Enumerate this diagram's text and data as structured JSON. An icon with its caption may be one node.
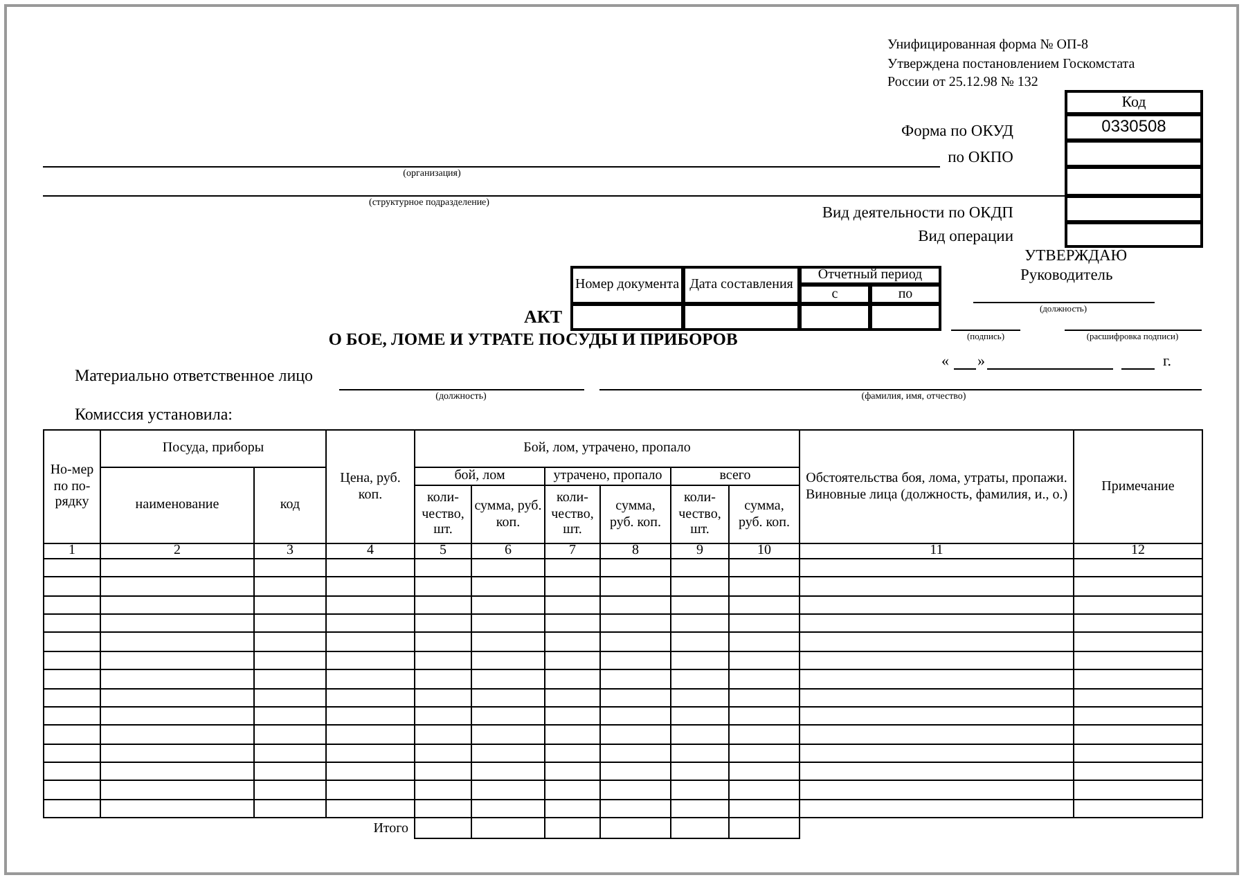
{
  "diagram": {
    "title": "АКТ",
    "labels": [
      "Унифицированная форма № ОП-8",
      "Утверждена постановлением Госкомстата",
      "России от 25.12.98 № 132",
      "Код",
      "Форма по ОКУД",
      "0330508",
      "по ОКПО",
      "(организация)",
      "(структурное подразделение)",
      "Вид деятельности по ОКДП",
      "Вид операции",
      "Номер документа",
      "Дата составления",
      "Отчетный период",
      "с",
      "по",
      "УТВЕРЖДАЮ",
      "Руководитель",
      "(должность)",
      "(подпись)",
      "(расшифровка подписи)",
      "«",
      "»",
      "г.",
      "О БОЕ, ЛОМЕ И УТРАТЕ ПОСУДЫ И ПРИБОРОВ",
      "Материально ответственное лицо",
      "(должность)",
      "(фамилия, имя, отчество)",
      "Комиссия установила:",
      "Но-мер по по-рядку",
      "Посуда, приборы",
      "Цена, руб. коп.",
      "Бой, лом, утрачено, пропало",
      "Обстоятельства боя, лома, утраты, пропажи. Виновные лица (должность, фамилия, и., о.)",
      "Примечание",
      "наименование",
      "код",
      "бой, лом",
      "утрачено, пропало",
      "всего",
      "коли-чество, шт.",
      "сумма, руб. коп.",
      "коли-чество, шт.",
      "сумма, руб. коп.",
      "коли-чество, шт.",
      "сумма, руб. коп.",
      "1",
      "2",
      "3",
      "4",
      "5",
      "6",
      "7",
      "8",
      "9",
      "10",
      "11",
      "12",
      "Итого"
    ]
  }
}
